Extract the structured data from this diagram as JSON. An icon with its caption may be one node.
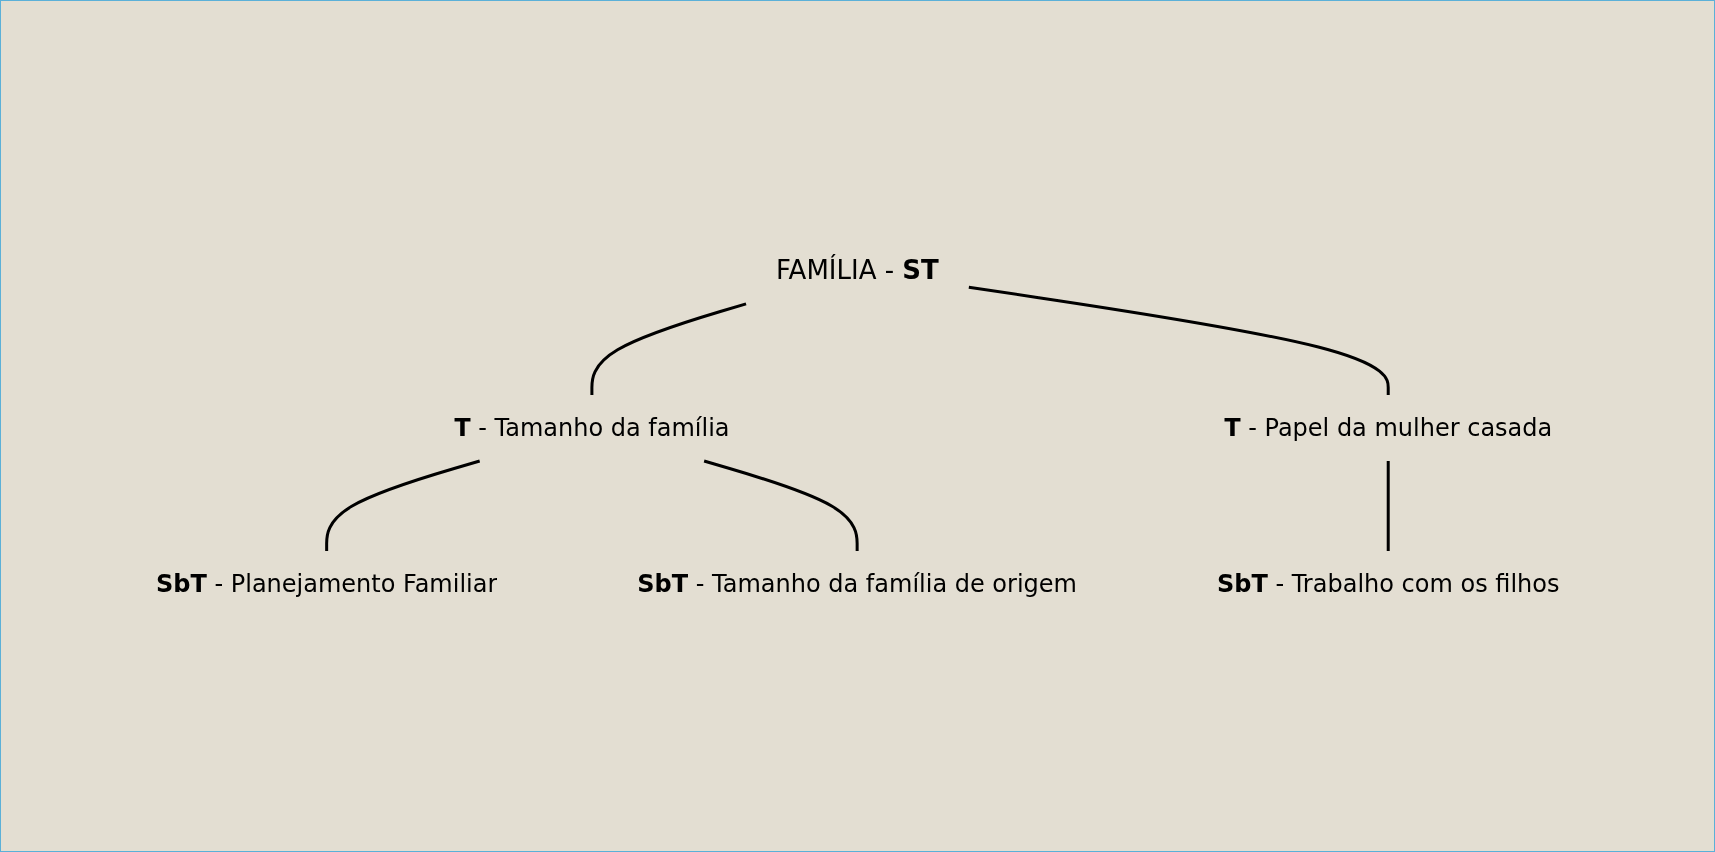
{
  "diagram": {
    "nodes": [
      {
        "text": [
          "FAMÍLIA - **ST**"
        ]
      },
      {
        "text": [
          "**T** - Tamanho da família"
        ]
      },
      {
        "text": [
          "**T** - Papel da mulher casada"
        ]
      },
      {
        "text": [
          "**SbT** - Planejamento Familiar"
        ]
      },
      {
        "text": [
          "**SbT** - Tamanho da família de origem"
        ]
      },
      {
        "text": [
          "**SbT** - Trabalho com os filhos"
        ]
      }
    ],
    "edges": [
      {
        "from": 0,
        "to": 1,
        "arrow": "none"
      },
      {
        "from": 0,
        "to": 2,
        "arrow": "none"
      },
      {
        "from": 1,
        "to": 3,
        "arrow": "none"
      },
      {
        "from": 1,
        "to": 4,
        "arrow": "none"
      },
      {
        "from": 2,
        "to": 5,
        "arrow": "none"
      }
    ]
  }
}
